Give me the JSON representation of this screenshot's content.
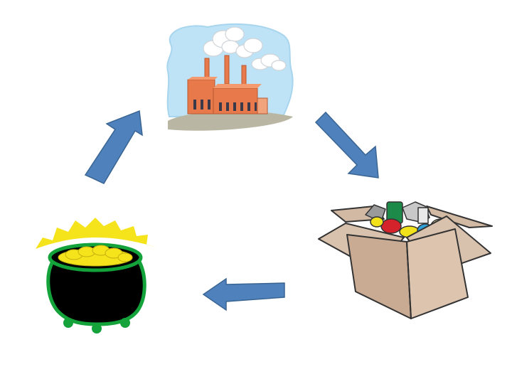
{
  "diagram": {
    "type": "cycle",
    "nodes": [
      {
        "id": "factory",
        "icon": "factory-icon"
      },
      {
        "id": "waste-box",
        "icon": "cardboard-box-waste-icon"
      },
      {
        "id": "pot-of-gold",
        "icon": "pot-of-gold-icon"
      }
    ],
    "edges": [
      {
        "from": "factory",
        "to": "waste-box",
        "icon": "arrow-down-right-icon"
      },
      {
        "from": "waste-box",
        "to": "pot-of-gold",
        "icon": "arrow-left-icon"
      },
      {
        "from": "pot-of-gold",
        "to": "factory",
        "icon": "arrow-up-right-icon"
      }
    ]
  },
  "colors": {
    "arrow_fill": "#4f81bd",
    "arrow_stroke": "#3a6593",
    "sky": "#bfe3f6",
    "factory_orange": "#e8794a",
    "box_tan": "#d2b9a3",
    "gold": "#f5e31c",
    "pot_green": "#13a33a",
    "pot_black": "#000000"
  }
}
